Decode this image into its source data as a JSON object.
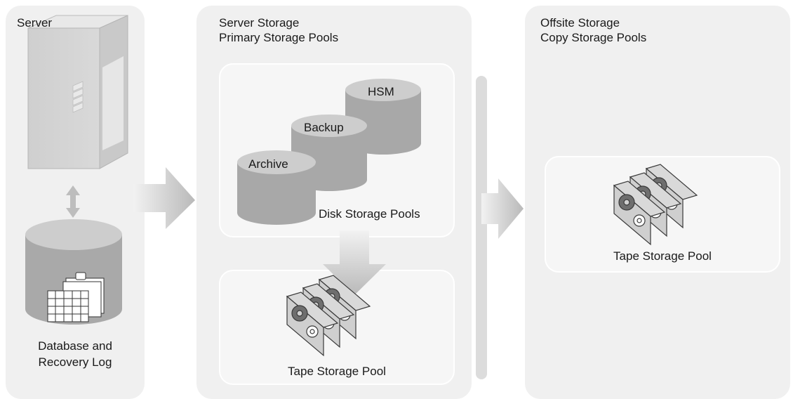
{
  "panels": {
    "server": {
      "title": "Server",
      "db_label_1": "Database and",
      "db_label_2": "Recovery Log"
    },
    "server_storage": {
      "title_1": "Server Storage",
      "title_2": "Primary Storage Pools",
      "disk": {
        "hsm": "HSM",
        "backup": "Backup",
        "archive": "Archive",
        "label": "Disk Storage Pools"
      },
      "tape": {
        "label": "Tape Storage Pool"
      }
    },
    "offsite": {
      "title_1": "Offsite Storage",
      "title_2": "Copy Storage Pools",
      "tape": {
        "label": "Tape Storage Pool"
      }
    }
  },
  "colors": {
    "panel": "#f0f0f0",
    "cylinder": "#a8a8a8",
    "arrow": "#c8c8c8"
  }
}
